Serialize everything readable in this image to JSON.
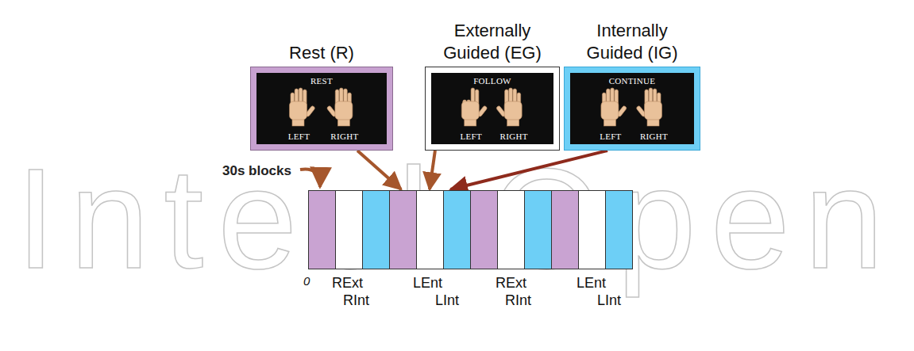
{
  "diagram": {
    "nodes": [
      {
        "text": [
          "Rest (R)",
          "REST",
          "LEFT",
          "RIGHT"
        ]
      },
      {
        "text": [
          "Externally Guided (EG)",
          "FOLLOW",
          "LEFT",
          "RIGHT"
        ]
      },
      {
        "text": [
          "Internally Guided (IG)",
          "CONTINUE",
          "LEFT",
          "RIGHT"
        ]
      },
      {
        "text": [
          "0",
          "RExt",
          "RInt",
          "LEnt",
          "LInt",
          "RExt",
          "RInt",
          "LEnt",
          "LInt"
        ]
      }
    ],
    "edges": [
      {
        "from": 0,
        "to": 3,
        "arrow": "to"
      },
      {
        "from": 1,
        "to": 3,
        "arrow": "to"
      },
      {
        "from": 2,
        "to": 3,
        "arrow": "to"
      }
    ],
    "labels": [
      "30s blocks",
      "IntechOpen"
    ]
  }
}
